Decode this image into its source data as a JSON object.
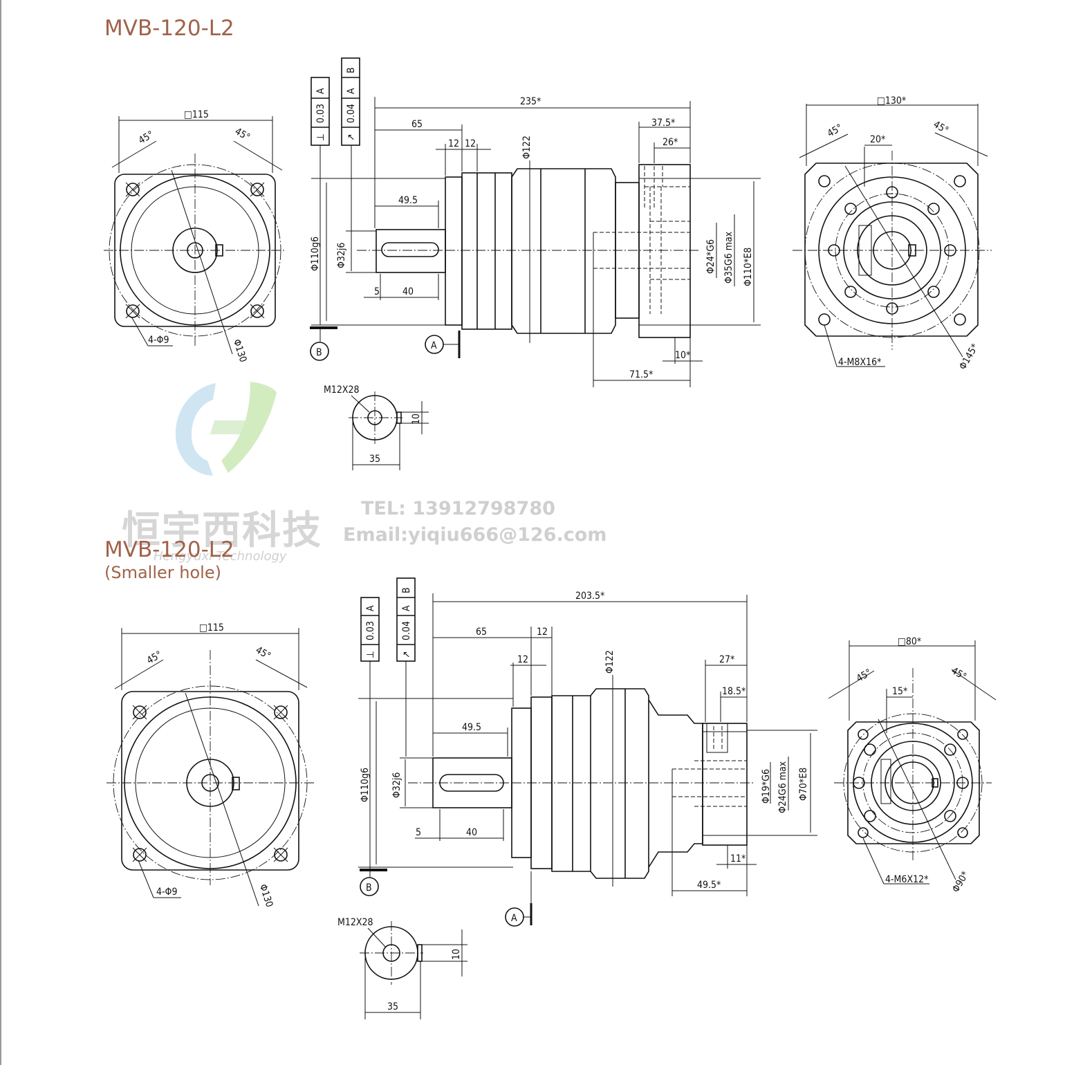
{
  "brand": {
    "watermark_cn": "恒宇西科技",
    "watermark_en": "Hengyuxi Technology",
    "tel": "TEL:  13912798780",
    "email": "Email:yiqiu666@126.com"
  },
  "drawings": [
    {
      "title": "MVB-120-L2",
      "subtitle": "",
      "input_flange": {
        "square": "□115",
        "angle_left": "45°",
        "angle_right": "45°",
        "holes": "4-Φ9",
        "pcd": "Φ130"
      },
      "tolerances": [
        {
          "symbol": "⊥",
          "value": "0.03",
          "datum": "A"
        },
        {
          "symbol": "↗",
          "value": "0.04",
          "datum": "A",
          "datum2": "B"
        }
      ],
      "datums": {
        "a": "A",
        "b": "B"
      },
      "side_view": {
        "overall": "235*",
        "d65": "65",
        "d12a": "12",
        "d12b": "12",
        "d122": "Φ122",
        "d49_5": "49.5",
        "d5": "5",
        "d40": "40",
        "d110g6": "Φ110g6",
        "d32j6": "Φ32j6",
        "d37_5": "37.5*",
        "d26": "26*",
        "d24": "Φ24*G6",
        "d35": "Φ35G6 max",
        "d110e8": "Φ110*E8",
        "d10": "10*",
        "d71_5": "71.5*"
      },
      "output_flange": {
        "square": "□130*",
        "angle_left": "45°",
        "angle_right": "45°",
        "d20": "20*",
        "holes": "4-M8X16*",
        "pcd": "Φ145*"
      },
      "shaft_end": {
        "thread": "M12X28",
        "key": "10",
        "width": "35"
      }
    },
    {
      "title": "MVB-120-L2",
      "subtitle": "(Smaller hole)",
      "input_flange": {
        "square": "□115",
        "angle_left": "45°",
        "angle_right": "45°",
        "holes": "4-Φ9",
        "pcd": "Φ130"
      },
      "tolerances": [
        {
          "symbol": "⊥",
          "value": "0.03",
          "datum": "A"
        },
        {
          "symbol": "↗",
          "value": "0.04",
          "datum": "A",
          "datum2": "B"
        }
      ],
      "datums": {
        "a": "A",
        "b": "B"
      },
      "side_view": {
        "overall": "203.5*",
        "d65": "65",
        "d12a": "12",
        "d12b": "12",
        "d122": "Φ122",
        "d49_5": "49.5",
        "d5": "5",
        "d40": "40",
        "d110g6": "Φ110g6",
        "d32j6": "Φ32j6",
        "d27": "27*",
        "d18_5": "18.5*",
        "d19": "Φ19*G6",
        "d24": "Φ24G6 max",
        "d70e8": "Φ70*E8",
        "d11": "11*",
        "d49_5b": "49.5*"
      },
      "output_flange": {
        "square": "□80*",
        "angle_left": "45°",
        "angle_right": "45°",
        "d15": "15*",
        "holes": "4-M6X12*",
        "pcd": "Φ90*"
      },
      "shaft_end": {
        "thread": "M12X28",
        "key": "10",
        "width": "35"
      }
    }
  ]
}
